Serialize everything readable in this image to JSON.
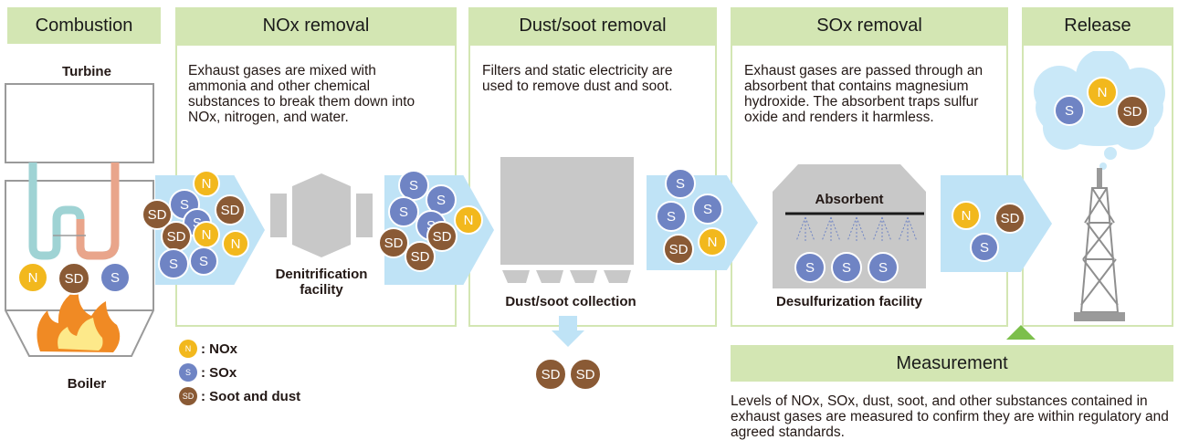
{
  "stages": {
    "combustion": "Combustion",
    "nox": "NOx removal",
    "dust": "Dust/soot removal",
    "sox": "SOx removal",
    "release": "Release"
  },
  "descriptions": {
    "nox": "Exhaust gases are mixed with ammonia and other chemical substances to break them down into NOx, nitrogen, and water.",
    "dust": "Filters and static electricity are used to remove dust and soot.",
    "sox": "Exhaust gases are passed through an absorbent that contains magnesium hydroxide. The absorbent traps sulfur oxide and renders it harmless.",
    "measurement": "Levels of NOx, SOx, dust, soot, and other substances contained in exhaust gases are measured to confirm they are within regulatory and agreed standards."
  },
  "labels": {
    "turbine": "Turbine",
    "boiler": "Boiler",
    "denitrification": "Denitrification facility",
    "dust_collection": "Dust/soot collection",
    "absorbent": "Absorbent",
    "desulfurization": "Desulfurization facility",
    "measurement": "Measurement"
  },
  "molecules": {
    "n": "N",
    "s": "S",
    "sd": "SD"
  },
  "legend": [
    {
      "symbol": "N",
      "label": ": NOx",
      "color": "#f2b81d"
    },
    {
      "symbol": "S",
      "label": ": SOx",
      "color": "#6f84c4"
    },
    {
      "symbol": "SD",
      "label": ": Soot and dust",
      "color": "#8a5a35"
    }
  ],
  "colors": {
    "header": "#d3e6b3",
    "arrow": "#bfe3f6",
    "nox": "#f2b81d",
    "sox": "#6f84c4",
    "soot": "#8a5a35",
    "flame": "#f08a24",
    "facility": "#c8c8c8"
  }
}
